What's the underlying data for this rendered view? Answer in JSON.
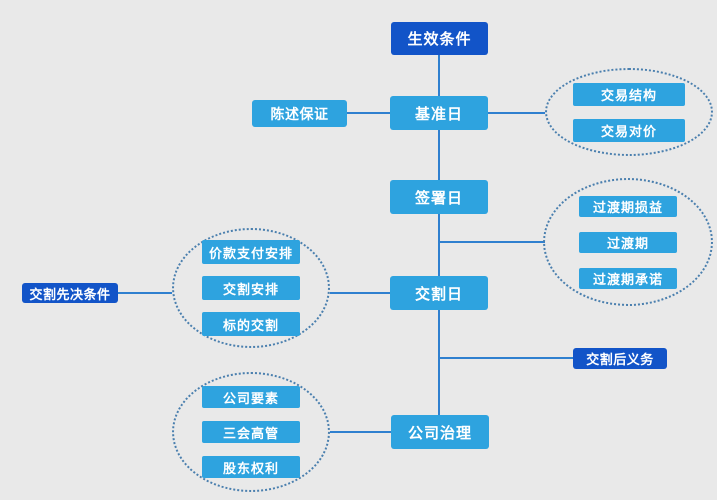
{
  "diagram": {
    "background": "#e9e9e9",
    "colors": {
      "dark_blue": "#1254c8",
      "light_blue": "#2ea3df",
      "line": "#2f80cf",
      "ellipse_border": "#4a7fae",
      "text": "#ffffff"
    },
    "nodes": {
      "effective_conditions": "生效条件",
      "base_date": "基准日",
      "signing_date": "签署日",
      "closing_date": "交割日",
      "corporate_governance": "公司治理",
      "representations_warranties": "陈述保证",
      "closing_precedent_conditions": "交割先决条件",
      "post_closing_obligations": "交割后义务"
    },
    "groups": {
      "transaction": {
        "items": [
          "交易结构",
          "交易对价"
        ]
      },
      "transition": {
        "items": [
          "过渡期损益",
          "过渡期",
          "过渡期承诺"
        ]
      },
      "closing": {
        "items": [
          "价款支付安排",
          "交割安排",
          "标的交割"
        ]
      },
      "governance": {
        "items": [
          "公司要素",
          "三会高管",
          "股东权利"
        ]
      }
    }
  }
}
